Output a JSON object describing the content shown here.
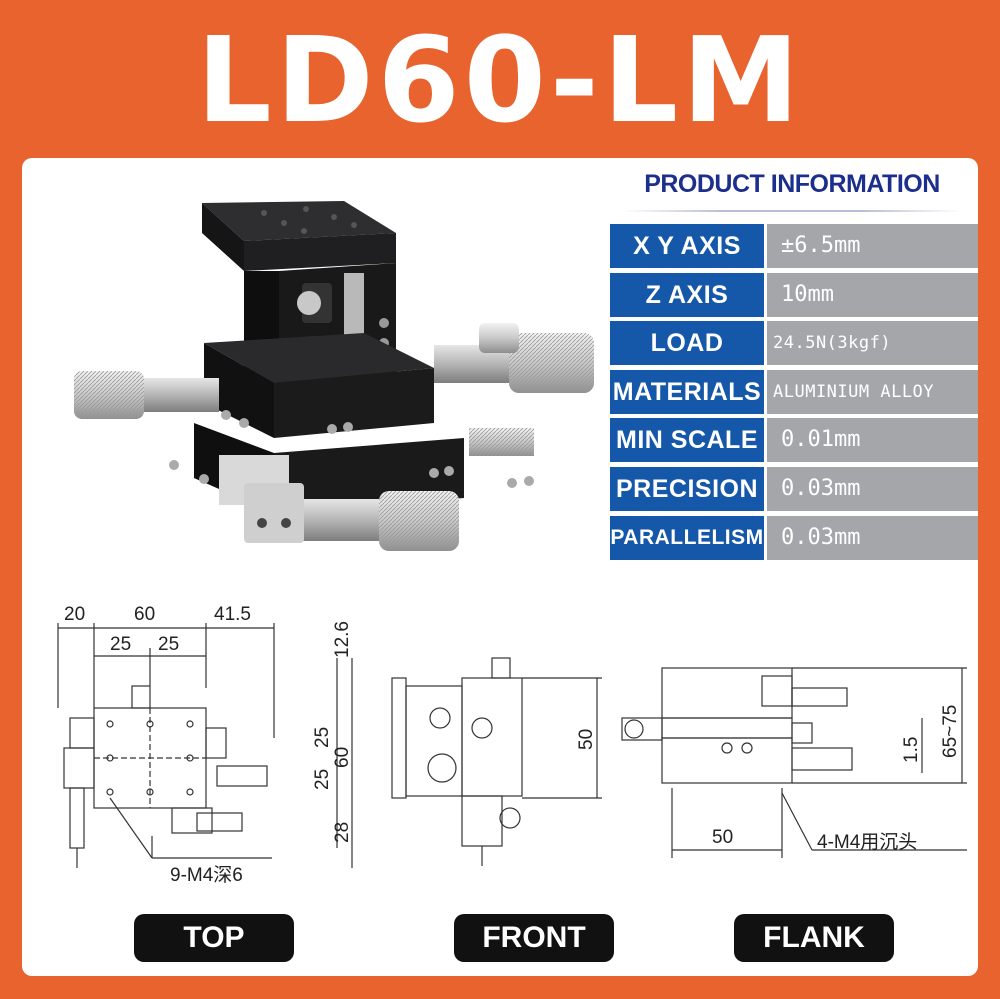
{
  "title": "LD60-LM",
  "info": {
    "heading": "PRODUCT INFORMATION",
    "rows": [
      {
        "label": "X Y AXIS",
        "value": "±6.5mm"
      },
      {
        "label": "Z AXIS",
        "value": "10mm"
      },
      {
        "label": "LOAD",
        "value": "24.5N(3kgf)"
      },
      {
        "label": "MATERIALS",
        "value": "ALUMINIUM ALLOY"
      },
      {
        "label": "MIN SCALE",
        "value": "0.01mm"
      },
      {
        "label": "PRECISION",
        "value": "0.03mm"
      },
      {
        "label": "PARALLELISM",
        "value": "0.03mm"
      }
    ]
  },
  "drawings": {
    "top": {
      "dims": [
        "20",
        "60",
        "41.5",
        "25",
        "25",
        "12.6",
        "25",
        "25",
        "60",
        "28"
      ],
      "note": "9-M4深6",
      "label": "TOP"
    },
    "front": {
      "dims": [
        "50"
      ],
      "label": "FRONT"
    },
    "flank": {
      "dims": [
        "65~75",
        "1.5",
        "50"
      ],
      "note": "4-M4用沉头",
      "label": "FLANK"
    }
  },
  "colors": {
    "background": "#e8632d",
    "label_cell": "#1557a8",
    "value_cell": "#a5a6a9",
    "heading": "#1d2f8c"
  }
}
